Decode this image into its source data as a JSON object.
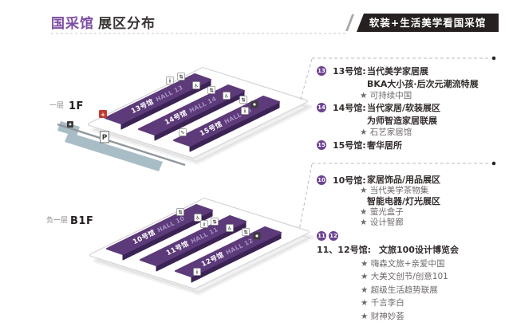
{
  "header": {
    "title_highlight": "国采馆",
    "title_rest": "展区分布",
    "badge_text": "软装+生活美学看国采馆"
  },
  "floors": {
    "f1": {
      "level_cn": "一层",
      "level_en": "1F",
      "halls": [
        {
          "num": "13",
          "label_cn": "13号馆",
          "label_en": "HALL 13"
        },
        {
          "num": "14",
          "label_cn": "14号馆",
          "label_en": "HALL 14"
        },
        {
          "num": "15",
          "label_cn": "15号馆",
          "label_en": "HALL 15"
        }
      ]
    },
    "b1": {
      "level_cn": "负一层",
      "level_en": "B1F",
      "halls": [
        {
          "num": "10",
          "label_cn": "10号馆",
          "label_en": "HALL 10"
        },
        {
          "num": "11",
          "label_cn": "11号馆",
          "label_en": "HALL 11"
        },
        {
          "num": "12",
          "label_cn": "12号馆",
          "label_en": "HALL 12"
        }
      ]
    }
  },
  "map_icons": {
    "info": "i",
    "escalator": "⇅",
    "restroom": "♿",
    "first_aid": "+",
    "pen": "✎",
    "parking": "P"
  },
  "legend": {
    "sections": [
      {
        "items": [
          {
            "badges": [
              "13"
            ],
            "hall_label": "13号馆:",
            "lines": [
              {
                "text": "当代美学家居展",
                "style": "bold"
              },
              {
                "text": "BKA大小孩·后次元潮流特展",
                "style": "bold"
              },
              {
                "text": "★ 可持续中国",
                "style": "star"
              }
            ]
          },
          {
            "badges": [
              "14"
            ],
            "hall_label": "14号馆:",
            "lines": [
              {
                "text": "当代家居/软装展区",
                "style": "bold"
              },
              {
                "text": "为师智造家居联展",
                "style": "bold"
              },
              {
                "text": "★ 石艺家居馆",
                "style": "star"
              }
            ]
          },
          {
            "badges": [
              "15"
            ],
            "hall_label": "15号馆:",
            "lines": [
              {
                "text": "奢华居所",
                "style": "bold"
              }
            ]
          }
        ]
      },
      {
        "items": [
          {
            "badges": [
              "10"
            ],
            "hall_label": "10号馆:",
            "lines": [
              {
                "text": "家居饰品/用品展区",
                "style": "bold"
              },
              {
                "text": "★ 当代美学茶物集",
                "style": "star"
              },
              {
                "text": "智能电器/灯光展区",
                "style": "bold"
              },
              {
                "text": "★ 萤光盒子",
                "style": "star"
              },
              {
                "text": "★ 设计智廊",
                "style": "star"
              }
            ]
          },
          {
            "badges": [
              "11",
              "12"
            ],
            "hall_label": "11、12号馆:",
            "lines": [
              {
                "text": "文旅100设计博览会",
                "style": "bold"
              },
              {
                "text": "★ 嗨森文旅+亲爱中国",
                "style": "star"
              },
              {
                "text": "★ 大美文创节/创意101",
                "style": "star"
              },
              {
                "text": "★ 超级生活趋势联展",
                "style": "star"
              },
              {
                "text": "★ 千言李白",
                "style": "star"
              },
              {
                "text": "★ 财神妙荟",
                "style": "star"
              }
            ]
          }
        ]
      }
    ]
  },
  "colors": {
    "brand_purple": "#7b4da1",
    "legend_circle_purple": "#6b4191",
    "hall_bar_purple": "#5d3a7a",
    "hall_bar_side": "#3b2355",
    "badge_black": "#262020",
    "parking_strip": "#a9bdc7",
    "first_aid_red": "#c13b33"
  }
}
